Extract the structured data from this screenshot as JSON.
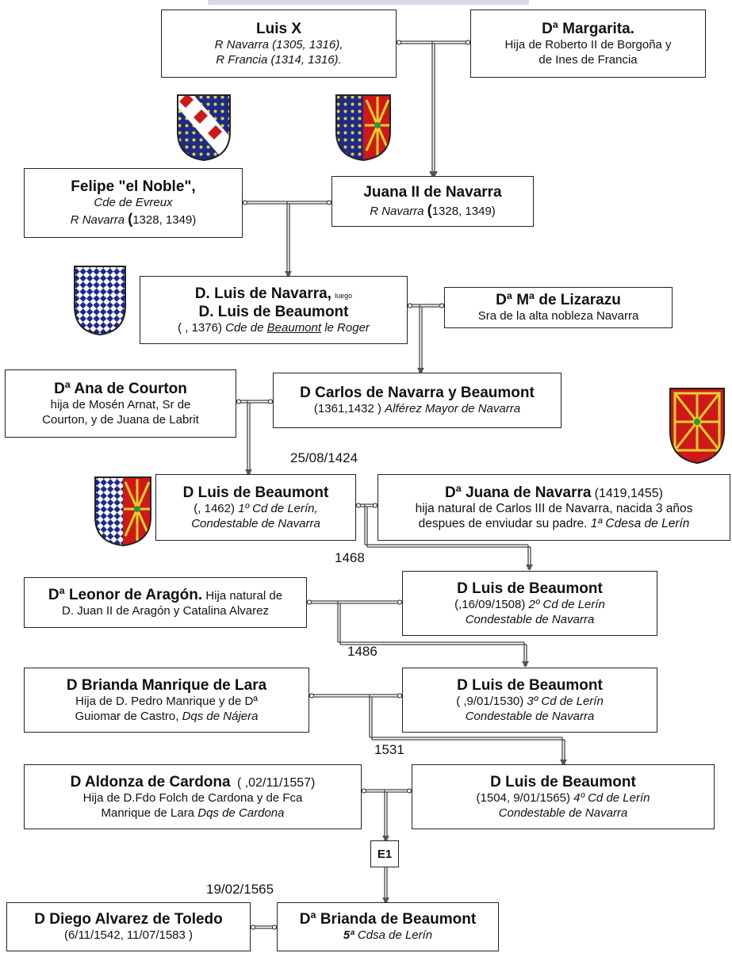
{
  "persons": {
    "luis_x": {
      "name": "Luis X",
      "line1": "R Navarra (1305, 1316),",
      "line2": "R Francia (1314, 1316)."
    },
    "margarita": {
      "name": "Dª Margarita.",
      "line1": "Hija de Roberto II de Borgoña y",
      "line2": "de Ines de Francia"
    },
    "felipe": {
      "name": "Felipe \"el Noble\",",
      "line1": "Cde de Evreux",
      "line2_a": "R Navarra ",
      "line2_b": "(",
      "line2_c": "1328, 1349)"
    },
    "juana2": {
      "name": "Juana II de Navarra",
      "line1_a": "R Navarra ",
      "line1_b": "(",
      "line1_c": "1328, 1349)"
    },
    "luis_navarra": {
      "name1": "D. Luis de Navarra,",
      "luego": "luego",
      "name2": "D. Luis de Beaumont",
      "line1_a": "( , 1376) ",
      "line1_b": "Cde de ",
      "line1_c": "Beaumont",
      "line1_d": " le Roger"
    },
    "lizarazu": {
      "name": "Dª Mª de Lizarazu",
      "line1": "Sra de la alta nobleza Navarra"
    },
    "ana_courton": {
      "name": "Dª Ana de Courton",
      "line1": "hija de Mosén Arnat, Sr de",
      "line2": "Courton, y de Juana de Labrit"
    },
    "carlos": {
      "name": "D Carlos de Navarra y Beaumont",
      "line1_a": "(1361,1432 ) ",
      "line1_b": "Alférez Mayor de Navarra"
    },
    "luis_1": {
      "name": "D Luis de Beaumont",
      "line1_a": "(, 1462) ",
      "line1_b": "1º Cd de Lerín,",
      "line2": "Condestable de Navarra"
    },
    "juana_navarra": {
      "name": "Dª Juana de Navarra",
      "dates": "(1419,1455)",
      "line1": "hija natural de Carlos III de Navarra, nacida 3 años",
      "line2_a": "despues de enviudar su padre. ",
      "line2_b": "1ª Cdesa de Lerín"
    },
    "leonor": {
      "name": "Dª Leonor de Aragón.",
      "name_rest": " Hija natural de",
      "line1": "D. Juan II de Aragón y Catalina Alvarez"
    },
    "luis_2": {
      "name": "D Luis de Beaumont",
      "line1_a": "(,16/09/1508) ",
      "line1_b": "2º Cd de Lerín",
      "line2": "Condestable de Navarra"
    },
    "brianda_manrique": {
      "name": "D Brianda Manrique de Lara",
      "line1": "Hija de D. Pedro Manrique y de Dª",
      "line2_a": "Guiomar de Castro, ",
      "line2_b": "Dqs de Nájera"
    },
    "luis_3": {
      "name": "D Luis de Beaumont",
      "line1_a": "( ,9/01/1530) ",
      "line1_b": "3º Cd de Lerín",
      "line2": "Condestable de Navarra"
    },
    "aldonza": {
      "name": "D Aldonza de Cardona",
      "dates": "( ,02/11/1557)",
      "line1": "Hija de D.Fdo Folch de Cardona y de Fca",
      "line2_a": "Manrique de Lara ",
      "line2_b": "Dqs de Cardona"
    },
    "luis_4": {
      "name": "D Luis de Beaumont",
      "line1_a": "(1504, 9/01/1565) ",
      "line1_b": "4º Cd de Lerín",
      "line2": "Condestable de Navarra"
    },
    "diego": {
      "name": "D Diego Alvarez de Toledo",
      "line1": "(6/11/1542, 11/07/1583 )"
    },
    "brianda_beaumont": {
      "name": "Dª Brianda de Beaumont",
      "line1_a": "5ª",
      "line1_b": " Cdsa de Lerín"
    }
  },
  "marriage_dates": {
    "d1424": "25/08/1424",
    "d1468": "1468",
    "d1486": "1486",
    "d1531": "1531",
    "d1565": "19/02/1565"
  },
  "reference_mark": "E1",
  "heraldry": {
    "shields": [
      "evreux-arms",
      "navarre-evreux-arms",
      "beaumont-arms",
      "navarre-arms",
      "lerin-arms"
    ],
    "colors": {
      "blue": "#1c2a8c",
      "red": "#d01818",
      "gold": "#e8d228",
      "white": "#ffffff"
    }
  }
}
